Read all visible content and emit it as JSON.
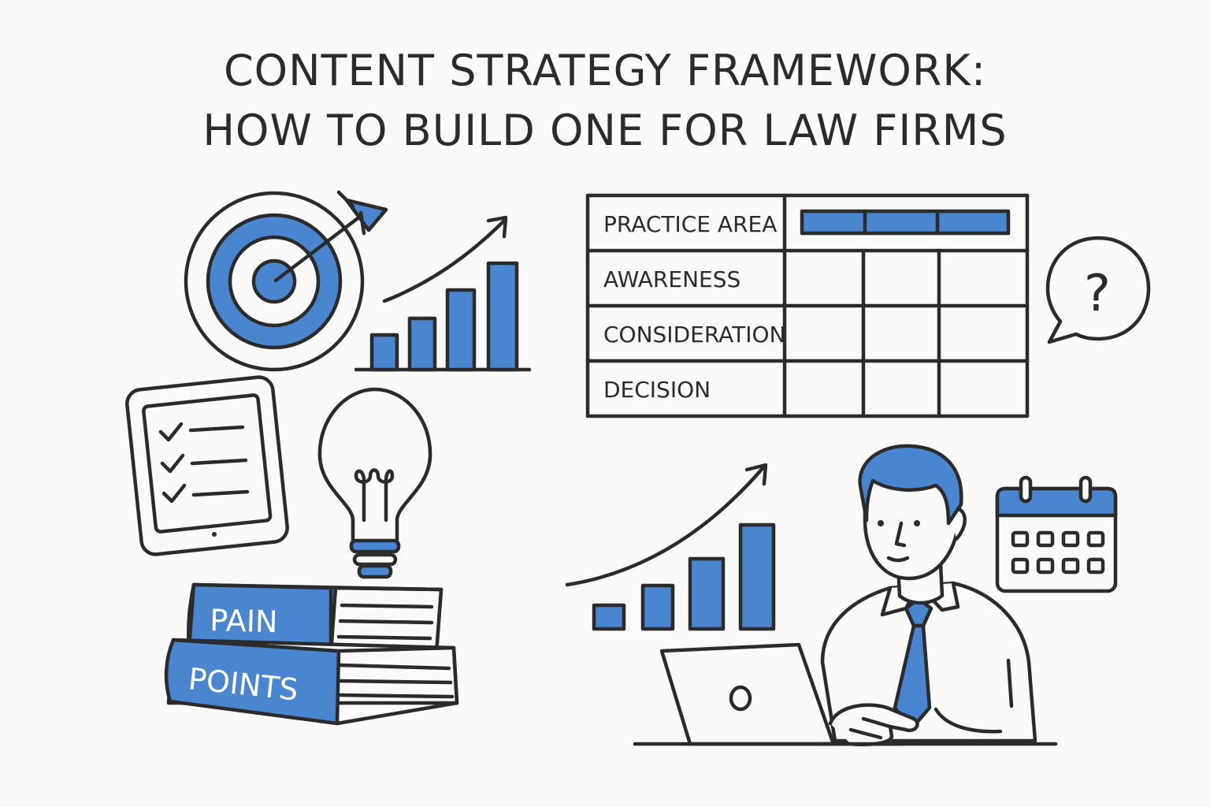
{
  "title": {
    "line1": "CONTENT STRATEGY FRAMEWORK:",
    "line2": "HOW TO BUILD ONE FOR LAW FIRMS"
  },
  "table": {
    "rows": [
      "PRACTICE AREA",
      "AWARENESS",
      "CONSIDERATION",
      "DECISION"
    ]
  },
  "books": {
    "top_label": "PAIN",
    "bottom_label": "POINTS"
  },
  "speech_bubble": {
    "symbol": "?"
  },
  "colors": {
    "accent": "#4a86cf",
    "ink": "#2b2b2b",
    "background": "#fafafa"
  },
  "icons": [
    "target-icon",
    "bar-chart-icon",
    "checklist-tablet-icon",
    "lightbulb-icon",
    "books-icon",
    "question-bubble-icon",
    "calendar-icon",
    "person-at-laptop-illustration"
  ]
}
